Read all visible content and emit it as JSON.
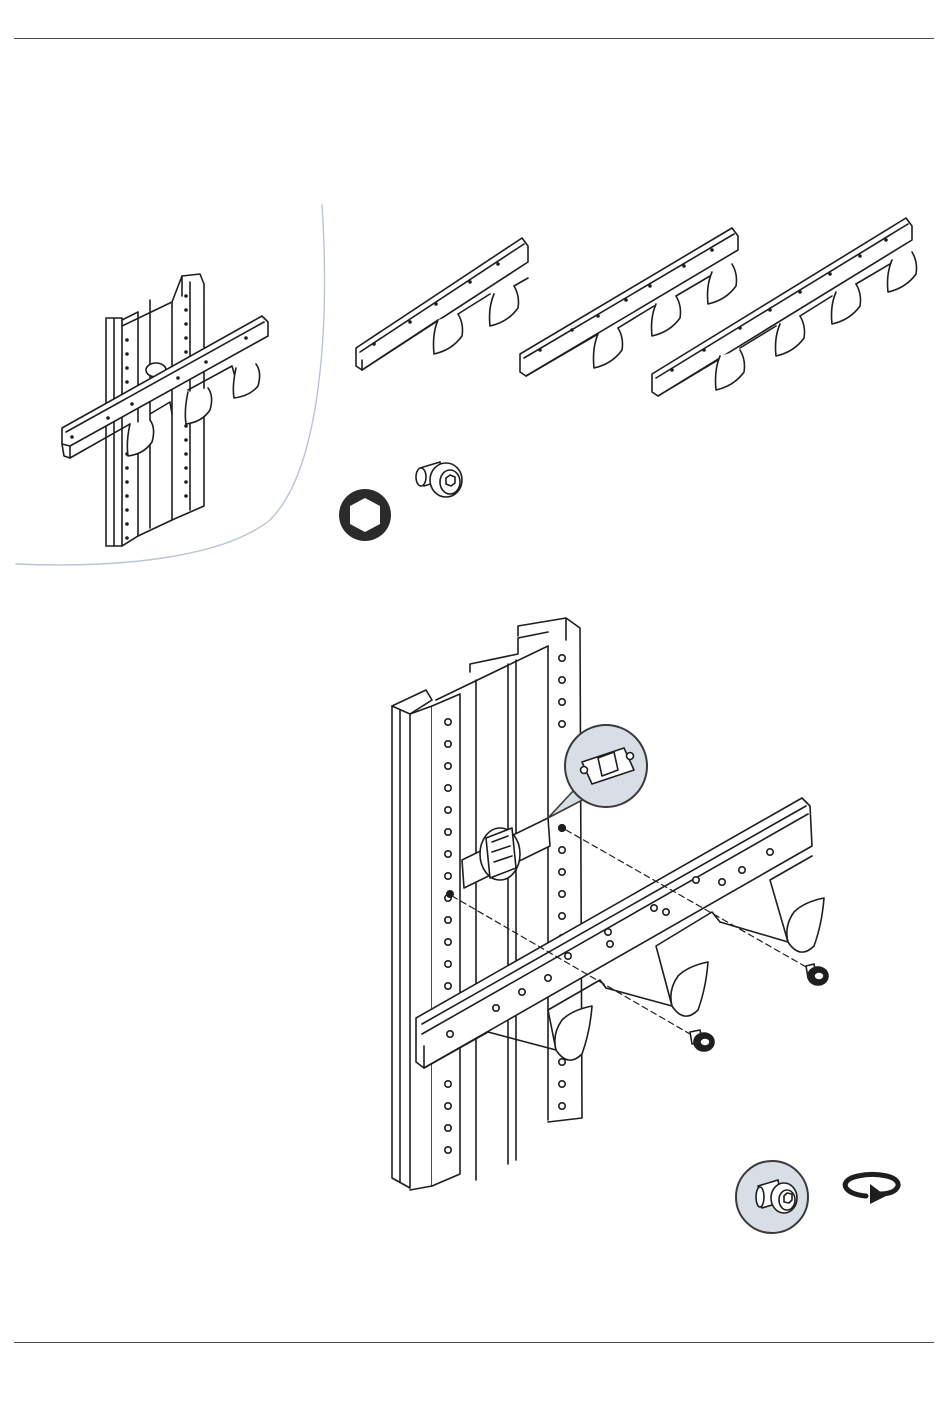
{
  "page": {
    "kind": "assembly-instruction-sheet",
    "text_labels": []
  },
  "colors": {
    "line": "#1e1e1e",
    "paper": "#ffffff",
    "rule": "#4a4a4a",
    "callout_fill": "#d9dde6",
    "callout_ring": "#3a3a3a",
    "inset_curve": "#b9c4d6",
    "hex_badge": "#2b2b2b"
  },
  "icons": {
    "hex_key": "hex-key-icon",
    "screw": "screw-icon",
    "rotate": "rotate-clockwise-icon"
  },
  "parts": {
    "hook_bars": [
      {
        "hooks": 2
      },
      {
        "hooks": 3
      },
      {
        "hooks": 4
      }
    ],
    "fastener": "flange screw"
  }
}
